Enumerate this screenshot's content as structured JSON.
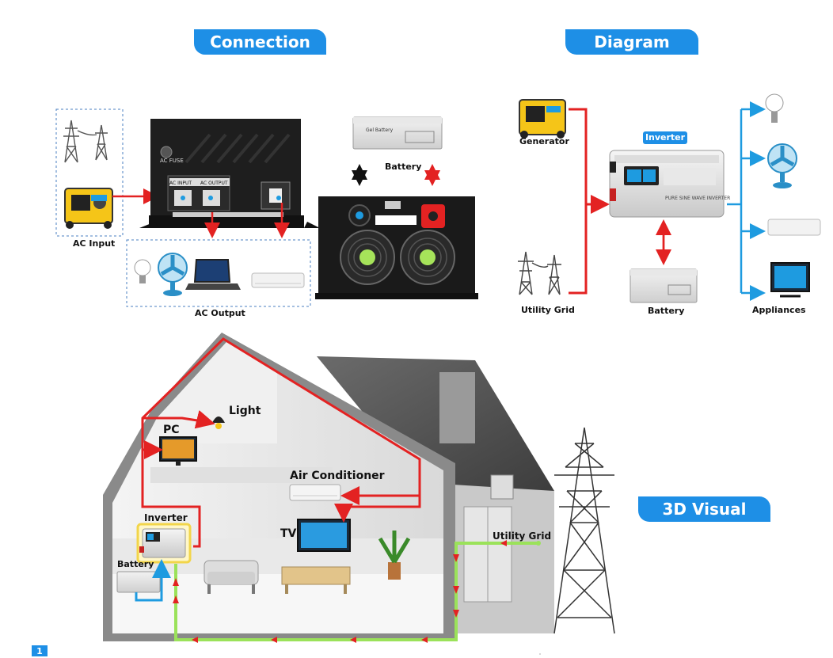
{
  "headers": {
    "connection": "Connection",
    "diagram": "Diagram",
    "visual": "3D Visual"
  },
  "connection": {
    "ac_input": "AC Input",
    "ac_output": "AC Output",
    "battery": "Battery",
    "panel_ac_fuse": "AC FUSE",
    "panel_ac_input": "AC INPUT",
    "panel_ac_output": "AC OUTPUT",
    "battery_brand": "Gel Battery"
  },
  "diagram": {
    "generator": "Generator",
    "utility_grid": "Utility Grid",
    "inverter": "Inverter",
    "battery": "Battery",
    "appliances": "Appliances",
    "inverter_model": "PURE SINE WAVE INVERTER"
  },
  "visual": {
    "light": "Light",
    "pc": "PC",
    "air_conditioner": "Air Conditioner",
    "tv": "TV",
    "inverter": "Inverter",
    "battery": "Battery",
    "utility_grid": "Utility Grid"
  },
  "page_number": "1",
  "colors": {
    "accent_blue": "#1e8fe6",
    "ac_red": "#e32222",
    "dc_blue": "#1e9be0",
    "grid_green": "#9be25a"
  }
}
